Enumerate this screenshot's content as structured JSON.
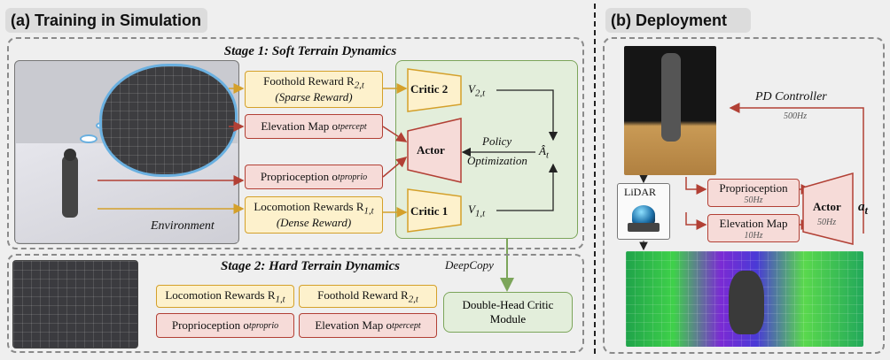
{
  "left_panel": {
    "header": "(a) Training in Simulation",
    "stage1": {
      "title": "Stage 1: Soft Terrain Dynamics",
      "environment_label": "Environment",
      "foothold_reward": {
        "main": "Foothold Reward R",
        "sub": "2,t",
        "note": "(Sparse Reward)"
      },
      "elevation_map": {
        "main": "Elevation Map o",
        "sub": "t",
        "sup": "percept"
      },
      "proprioception": {
        "main": "Proprioception o",
        "sub": "t",
        "sup": "proprio"
      },
      "locomotion_rewards": {
        "main": "Locomotion Rewards R",
        "sub": "1,t",
        "note": "(Dense Reward)"
      },
      "critic2": "Critic 2",
      "critic1": "Critic 1",
      "actor": "Actor",
      "v2": {
        "main": "V",
        "sub": "2,t"
      },
      "v1": {
        "main": "V",
        "sub": "1,t"
      },
      "adv": {
        "main": "Â",
        "sub": "t"
      },
      "policy_opt_1": "Policy",
      "policy_opt_2": "Optimization"
    },
    "stage2": {
      "title": "Stage 2: Hard Terrain Dynamics",
      "locomotion_rewards": {
        "main": "Locomotion Rewards R",
        "sub": "1,t"
      },
      "foothold_reward": {
        "main": "Foothold Reward R",
        "sub": "2,t"
      },
      "proprioception": {
        "main": "Proprioception o",
        "sub": "t",
        "sup": "proprio"
      },
      "elevation_map": {
        "main": "Elevation Map o",
        "sub": "t",
        "sup": "percept"
      }
    },
    "deepcopy": "DeepCopy",
    "double_head_1": "Double-Head Critic",
    "double_head_2": "Module"
  },
  "right_panel": {
    "header": "(b) Deployment",
    "pd_controller": "PD Controller",
    "pd_hz": "500Hz",
    "lidar": "LiDAR",
    "proprioception": "Proprioception",
    "proprio_hz": "50Hz",
    "elevation_map": "Elevation Map",
    "elev_hz": "10Hz",
    "actor": "Actor",
    "actor_hz": "50Hz",
    "action": {
      "main": "a",
      "sub": "t"
    }
  },
  "colors": {
    "red": "#b24035",
    "yellow": "#d4a02a",
    "green": "#7ca55a",
    "dark": "#222222"
  }
}
